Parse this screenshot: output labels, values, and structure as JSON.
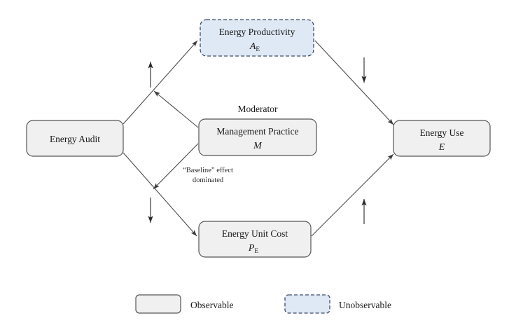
{
  "figure": {
    "type": "conceptual-path-diagram",
    "background_color": "#ffffff"
  },
  "nodes": [
    {
      "id": "energy-audit",
      "label": "Energy Audit",
      "symbol": "",
      "symbol_sub": "",
      "style": "observable",
      "fill": "#f0f0f0",
      "stroke": "#555555"
    },
    {
      "id": "energy-productivity",
      "label": "Energy Productivity",
      "symbol": "A",
      "symbol_sub": "E",
      "style": "unobservable",
      "fill": "#dfe8f5",
      "stroke": "#3b4a66"
    },
    {
      "id": "management-practice",
      "label": "Management Practice",
      "symbol": "M",
      "symbol_sub": "",
      "style": "observable",
      "fill": "#f0f0f0",
      "stroke": "#555555"
    },
    {
      "id": "energy-unit-cost",
      "label": "Energy Unit Cost",
      "symbol": "P",
      "symbol_sub": "E",
      "style": "observable",
      "fill": "#f0f0f0",
      "stroke": "#555555"
    },
    {
      "id": "energy-use",
      "label": "Energy Use",
      "symbol": "E",
      "symbol_sub": "",
      "style": "observable",
      "fill": "#f0f0f0",
      "stroke": "#555555"
    }
  ],
  "captions": {
    "moderator": "Moderator",
    "baseline_line1": "“Baseline” effect",
    "baseline_line2": "dominated"
  },
  "edges": [
    {
      "id": "audit-to-productivity",
      "from": "energy-audit",
      "to": "energy-productivity",
      "arrow": true
    },
    {
      "id": "productivity-to-use",
      "from": "energy-productivity",
      "to": "energy-use",
      "arrow": true
    },
    {
      "id": "audit-to-cost",
      "from": "energy-audit",
      "to": "energy-unit-cost",
      "arrow": true
    },
    {
      "id": "cost-to-use",
      "from": "energy-unit-cost",
      "to": "energy-use",
      "arrow": true
    },
    {
      "id": "management-moderates-upper",
      "from": "management-practice",
      "to": "audit-to-productivity",
      "arrow": true
    },
    {
      "id": "management-moderates-lower",
      "from": "management-practice",
      "to": "audit-to-cost",
      "arrow": true
    }
  ],
  "effect_markers": [
    {
      "id": "marker-audit-productivity",
      "direction": "up",
      "glyph": "↑"
    },
    {
      "id": "marker-productivity-use",
      "direction": "down",
      "glyph": "↓"
    },
    {
      "id": "marker-audit-cost",
      "direction": "down",
      "glyph": "↓"
    },
    {
      "id": "marker-cost-use",
      "direction": "up",
      "glyph": "↑"
    }
  ],
  "legend": {
    "items": [
      {
        "id": "legend-observable",
        "label": "Observable",
        "fill": "#f0f0f0",
        "stroke": "#555555",
        "dashed": false
      },
      {
        "id": "legend-unobservable",
        "label": "Unobservable",
        "fill": "#dfe8f5",
        "stroke": "#3b4a66",
        "dashed": true
      }
    ]
  }
}
